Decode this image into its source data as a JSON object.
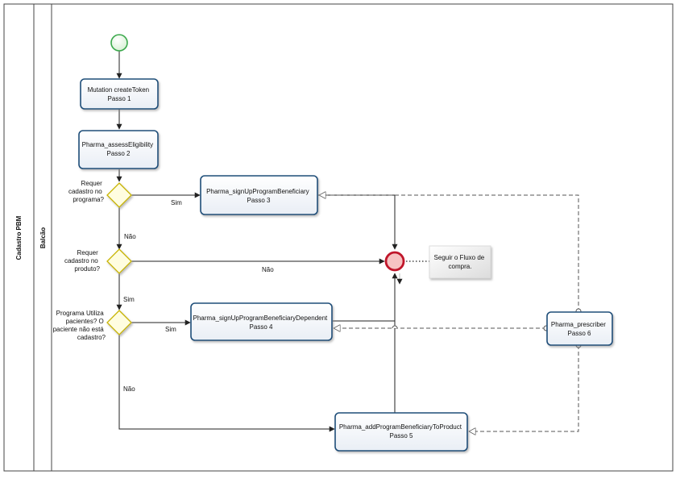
{
  "pool": {
    "title": "Cadastro PBM"
  },
  "lane": {
    "title": "Balcão"
  },
  "tasks": {
    "create_token": {
      "line1": "Mutation createToken",
      "line2": "Passo 1"
    },
    "assess": {
      "line1": "Pharma_assessEligibility",
      "line2": "Passo 2"
    },
    "signup": {
      "line1": "Pharma_signUpProgramBeneficiary",
      "line2": "Passo 3"
    },
    "signup_dependent": {
      "line1": "Pharma_signUpProgramBeneficiaryDependent",
      "line2": "Passo 4"
    },
    "add_program": {
      "line1": "Pharma_addProgramBeneficiaryToProduct",
      "line2": "Passo 5"
    },
    "prescriber": {
      "line1": "Pharma_prescriber",
      "line2": "Passo 6"
    }
  },
  "gateways": {
    "g1": [
      "Requer",
      "cadastro no",
      "programa?"
    ],
    "g2": [
      "Requer",
      "cadastro no",
      "produto?"
    ],
    "g3": [
      "Programa Utiliza",
      "pacientes? O",
      "paciente não está",
      "cadastro?"
    ]
  },
  "flow_labels": {
    "g1_sim": "Sim",
    "g1_nao": "Não",
    "g2_nao": "Não",
    "g2_sim": "Sim",
    "g3_sim": "Sim",
    "g3_nao": "Não"
  },
  "annotation": {
    "line1": "Seguir o Fluxo de",
    "line2": "compra."
  },
  "colors": {
    "task_border": "#1f4e79",
    "start_border": "#3aa84b",
    "end_border": "#c0162b",
    "end_fill": "#f7c3c3",
    "gateway_border": "#c8b400",
    "gateway_fill": "#fffde0"
  }
}
